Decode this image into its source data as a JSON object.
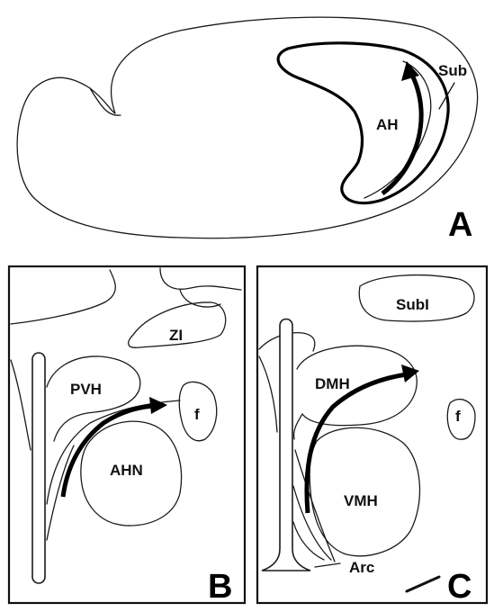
{
  "panel_a": {
    "letter": "A",
    "labels": {
      "sub": "Sub",
      "ah": "AH"
    }
  },
  "panel_b": {
    "letter": "B",
    "labels": {
      "zi": "ZI",
      "pvh": "PVH",
      "f": "f",
      "ahn": "AHN"
    }
  },
  "panel_c": {
    "letter": "C",
    "labels": {
      "subi": "SubI",
      "dmh": "DMH",
      "f": "f",
      "vmh": "VMH",
      "arc": "Arc"
    }
  }
}
